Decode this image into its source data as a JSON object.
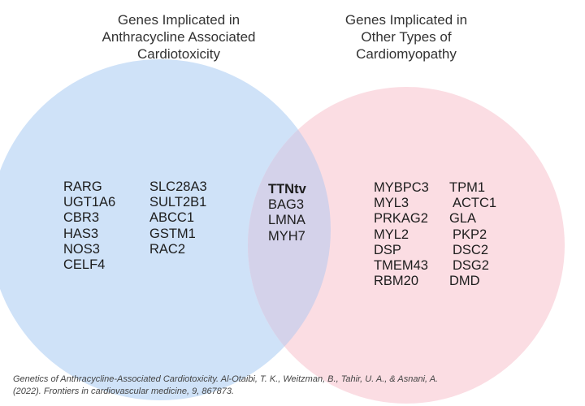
{
  "diagram": {
    "sets": [
      {
        "name": "Genes Implicated in Anthracycline Associated Cardiotoxicity",
        "title_lines": [
          "Genes Implicated in",
          "Anthracycline Associated",
          "Cardiotoxicity"
        ],
        "color": "#cfe2f8"
      },
      {
        "name": "Genes Implicated in Other Types of Cardiomyopathy",
        "title_lines": [
          "Genes Implicated in",
          "Other Types of",
          "Cardiomyopathy"
        ],
        "color": "#fbdde3"
      }
    ],
    "overlap_color": "#d4d2ea",
    "left_only": {
      "col1": [
        "RARG",
        "UGT1A6",
        "CBR3",
        "HAS3",
        "NOS3",
        "CELF4"
      ],
      "col2": [
        "SLC28A3",
        "SULT2B1",
        "ABCC1",
        "GSTM1",
        "RAC2"
      ]
    },
    "overlap": {
      "highlight": "TTNtv",
      "genes": [
        "BAG3",
        "LMNA",
        "MYH7"
      ]
    },
    "right_only": {
      "col1": [
        "MYBPC3",
        "MYL3",
        "PRKAG2",
        "MYL2",
        "DSP",
        "TMEM43",
        "RBM20"
      ],
      "col2": [
        "TPM1",
        "ACTC1",
        "GLA",
        "PKP2",
        "DSC2",
        "DSG2",
        "DMD"
      ]
    }
  },
  "caption": {
    "line1": "Genetics of Anthracycline-Associated Cardiotoxicity. Al-Otaibi, T. K., Weitzman, B., Tahir, U. A., & Asnani, A.",
    "line2": "(2022). Frontiers in cardiovascular medicine, 9, 867873."
  }
}
